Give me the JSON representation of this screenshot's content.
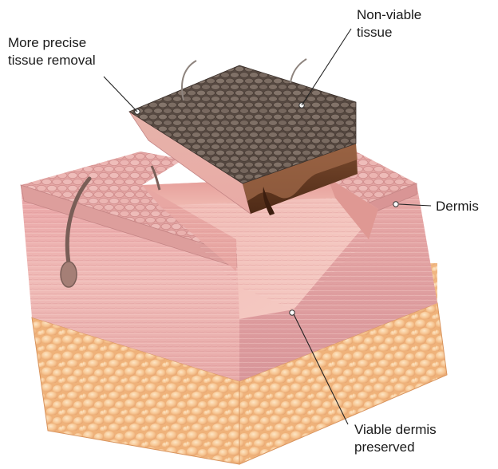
{
  "labels": {
    "precise": [
      "More precise",
      "tissue removal"
    ],
    "nonviable": [
      "Non-viable",
      "tissue"
    ],
    "dermis": [
      "Dermis"
    ],
    "viable": [
      "Viable dermis",
      "preserved"
    ]
  },
  "colors": {
    "background": "#ffffff",
    "epidermis": "#e7a8a6",
    "dermis_light": "#f2c3bd",
    "dermis_dark": "#d98f92",
    "fat": "#f4bf8a",
    "nonviable_top": "#6e5e55",
    "nonviable_side": "#6b3a22",
    "leader_line": "#222222"
  }
}
